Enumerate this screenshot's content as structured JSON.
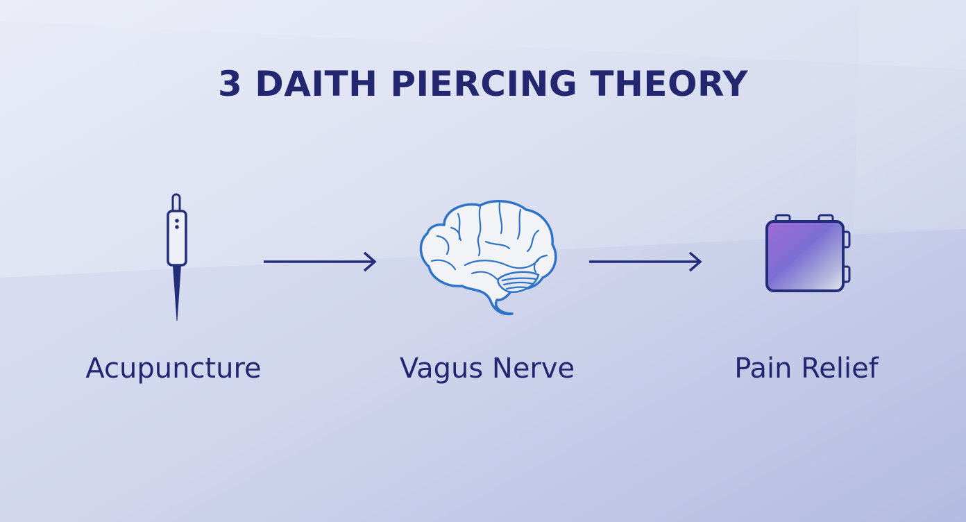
{
  "title": "3 DAITH PIERCING THEORY",
  "steps": [
    {
      "label": "Acupuncture",
      "icon": "acupuncture-needle-icon"
    },
    {
      "label": "Vagus Nerve",
      "icon": "brain-icon"
    },
    {
      "label": "Pain Relief",
      "icon": "battery-pad-icon"
    }
  ],
  "colors": {
    "text": "#232770",
    "stroke": "#232e7a",
    "brain_outline": "#2f73c8",
    "background_top": "#e8ebf6",
    "background_bottom": "#bcc3e4"
  }
}
